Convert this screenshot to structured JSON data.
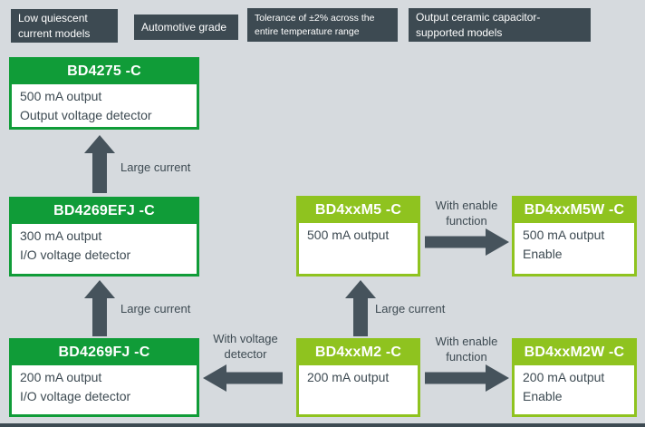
{
  "colors": {
    "background": "#d6dade",
    "dark_green": "#109c38",
    "light_green": "#8fc31f",
    "label_bg": "#3d4a52",
    "arrow": "#46535c",
    "text": "#3d4a52"
  },
  "top_labels": [
    {
      "text": "Low quiescent current models"
    },
    {
      "text": "Automotive grade"
    },
    {
      "text": "Tolerance of ±2% across the entire temperature range"
    },
    {
      "text": "Output ceramic capacitor-supported models"
    }
  ],
  "boxes": [
    {
      "title": "BD4275 -C",
      "line1": "500 mA output",
      "line2": "Output voltage detector"
    },
    {
      "title": "BD4269EFJ -C",
      "line1": "300 mA output",
      "line2": "I/O voltage detector"
    },
    {
      "title": "BD4269FJ -C",
      "line1": "200 mA output",
      "line2": "I/O voltage detector"
    },
    {
      "title": "BD4xxM5 -C",
      "line1": "500 mA output"
    },
    {
      "title": "BD4xxM5W -C",
      "line1": "500 mA output",
      "line2": "Enable"
    },
    {
      "title": "BD4xxM2 -C",
      "line1": "200 mA output"
    },
    {
      "title": "BD4xxM2W -C",
      "line1": "200 mA output",
      "line2": "Enable"
    }
  ],
  "arrows": [
    {
      "label": "Large current"
    },
    {
      "label": "Large current"
    },
    {
      "label": "Large current"
    },
    {
      "label": "With enable function"
    },
    {
      "label": "With enable function"
    },
    {
      "label": "With voltage detector"
    }
  ]
}
